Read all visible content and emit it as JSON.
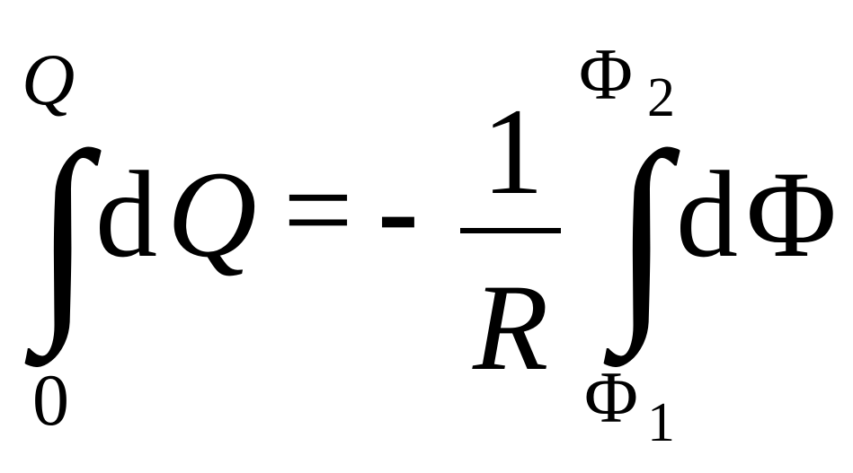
{
  "formula": {
    "left_integral": {
      "symbol": "∫",
      "upper": "Q",
      "lower": "0",
      "differential": "d",
      "variable": "Q"
    },
    "equals": "=",
    "minus": "-",
    "fraction": {
      "numerator": "1",
      "denominator": "R"
    },
    "right_integral": {
      "symbol": "∫",
      "upper": "Φ",
      "upper_sub": "2",
      "lower": "Φ",
      "lower_sub": "1",
      "differential": "d",
      "variable": "Φ"
    }
  }
}
